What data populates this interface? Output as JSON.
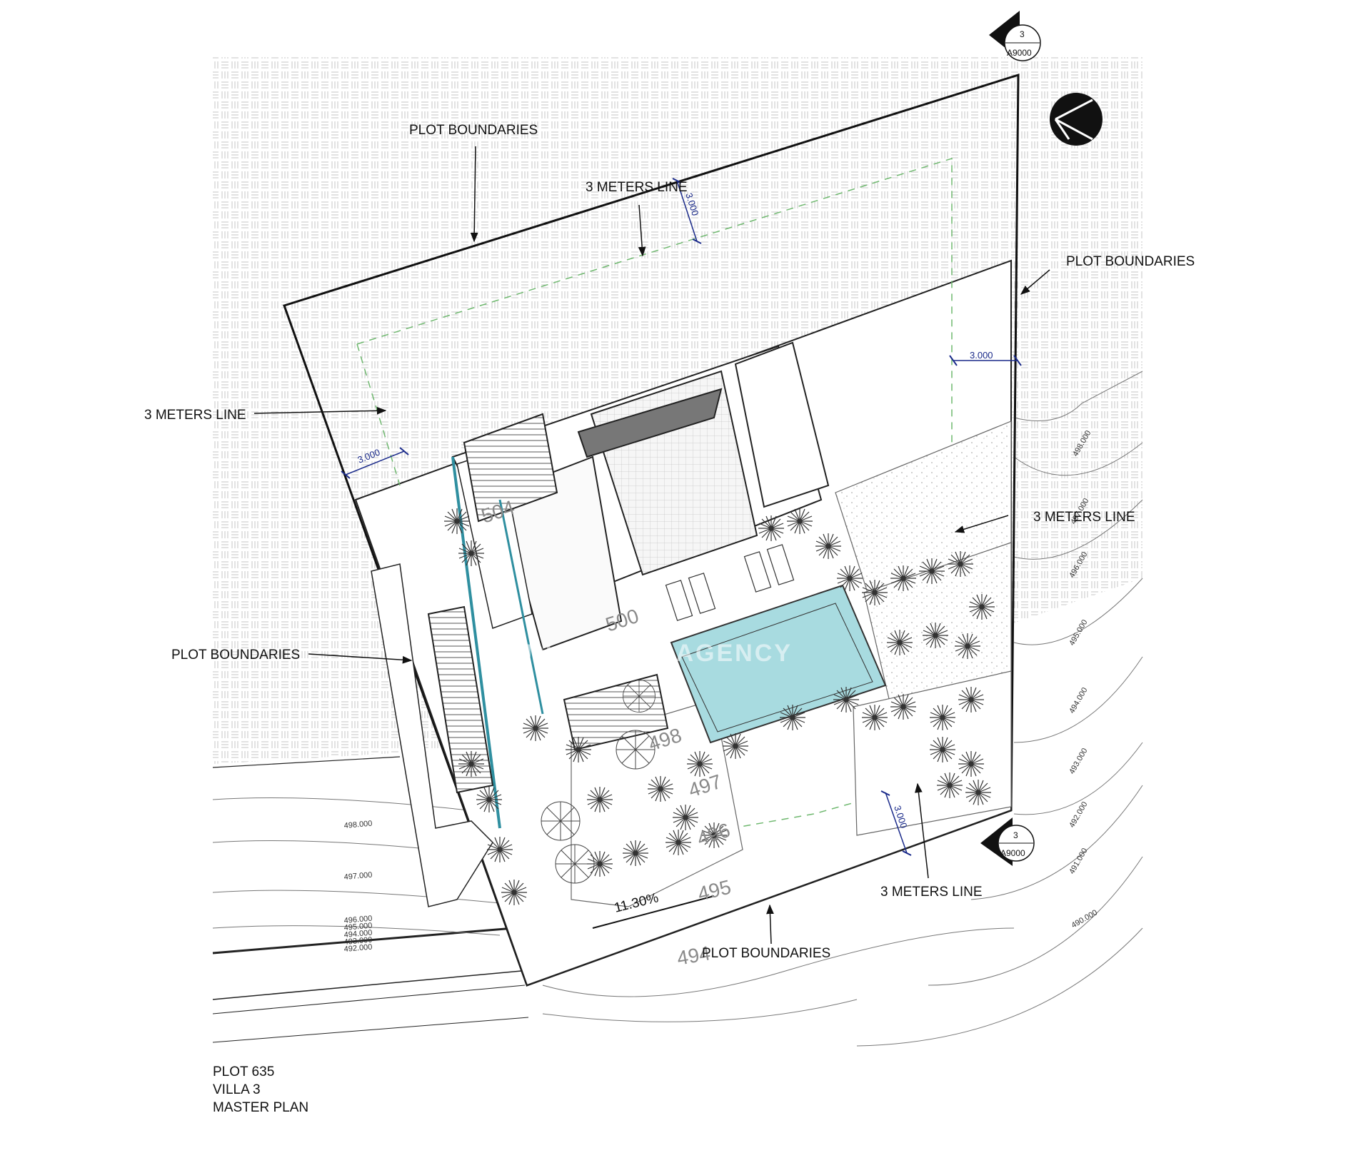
{
  "labels": {
    "plot_boundaries": "PLOT BOUNDARIES",
    "three_meters_line": "3 METERS LINE"
  },
  "dimensions": {
    "three_000": "3.000"
  },
  "section_markers": [
    {
      "number": "3",
      "sheet": "A9000"
    },
    {
      "number": "3",
      "sheet": "A9000"
    }
  ],
  "contours_right": [
    "498.000",
    "497.000",
    "496.000",
    "495.000",
    "494.000",
    "493.000",
    "492.000",
    "491.000",
    "490.000"
  ],
  "contours_left": [
    "498.000",
    "497.000",
    "496.000",
    "495.000",
    "494.000",
    "493.000",
    "492.000"
  ],
  "levels": [
    "504",
    "500",
    "498",
    "497",
    "496",
    "495",
    "494"
  ],
  "slope": "11.30%",
  "watermark": "SUN ESTATE AGENCY",
  "caption": {
    "plot": "PLOT 635",
    "villa": "VILLA 3",
    "title": "MASTER PLAN"
  },
  "colors": {
    "pool": "#a8dbe0",
    "dimension": "#1a2a8a",
    "setback_line": "#6fb86f",
    "glazing": "#2f8fa0",
    "hatch": "#bcbcbc"
  },
  "icons": [
    "north-arrow-icon",
    "section-marker-icon",
    "tree-icon"
  ]
}
